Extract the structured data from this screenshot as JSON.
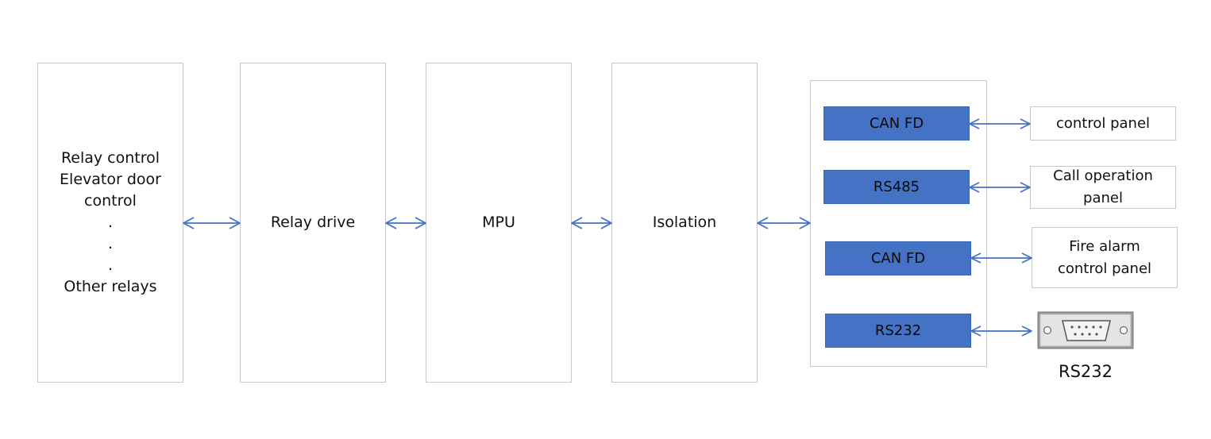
{
  "blocks": {
    "relay_control": {
      "lines": [
        "Relay control",
        "Elevator door",
        "control",
        ".",
        ".",
        ".",
        "Other relays"
      ]
    },
    "relay_drive": "Relay drive",
    "mpu": "MPU",
    "isolation": "Isolation"
  },
  "interfaces": [
    {
      "label": "CAN FD",
      "target": "control panel"
    },
    {
      "label": "RS485",
      "target": "Call operation panel"
    },
    {
      "label": "CAN FD",
      "target": "Fire alarm control panel"
    },
    {
      "label": "RS232",
      "target": "RS232"
    }
  ],
  "colors": {
    "interface_fill": "#4472c4",
    "arrow": "#4472c4",
    "border": "#c8c8c8"
  },
  "icons": {
    "rs232_connector": "db9-serial-connector-icon"
  }
}
